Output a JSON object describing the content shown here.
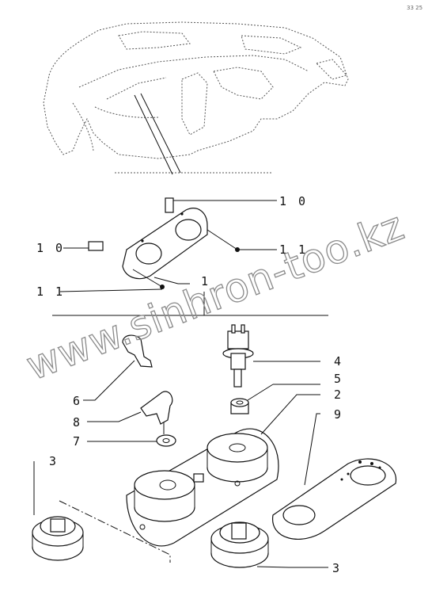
{
  "corner_mark": "33 25",
  "watermark": "www.sinhron-too.kz",
  "callouts": [
    {
      "id": "label-10-top",
      "text": "1 0"
    },
    {
      "id": "label-10-left",
      "text": "1 0"
    },
    {
      "id": "label-11-right",
      "text": "1 1"
    },
    {
      "id": "label-11-left",
      "text": "1 1"
    },
    {
      "id": "label-1",
      "text": "1"
    },
    {
      "id": "label-4",
      "text": "4"
    },
    {
      "id": "label-5",
      "text": "5"
    },
    {
      "id": "label-2",
      "text": "2"
    },
    {
      "id": "label-9",
      "text": "9"
    },
    {
      "id": "label-6",
      "text": "6"
    },
    {
      "id": "label-8",
      "text": "8"
    },
    {
      "id": "label-7",
      "text": "7"
    },
    {
      "id": "label-3-left",
      "text": "3"
    },
    {
      "id": "label-3-bottom",
      "text": "3"
    }
  ]
}
